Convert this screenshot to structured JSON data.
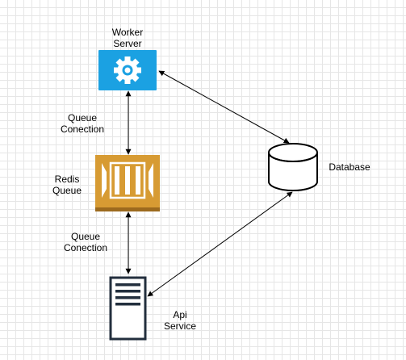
{
  "nodes": {
    "worker_server": {
      "label_lines": [
        "Worker",
        "Server"
      ],
      "icon": "gear-icon",
      "color": "#1ba1e2"
    },
    "redis_queue": {
      "label_lines": [
        "Redis",
        "Queue"
      ],
      "icon": "queue-icon",
      "color": "#d79b33"
    },
    "api_service": {
      "label_lines": [
        "Api",
        "Service"
      ],
      "icon": "server-icon"
    },
    "database": {
      "label": "Database",
      "icon": "database-icon"
    }
  },
  "edges": {
    "worker_redis": {
      "label_lines": [
        "Queue",
        "Conection"
      ]
    },
    "redis_api": {
      "label_lines": [
        "Queue",
        "Conection"
      ]
    }
  }
}
